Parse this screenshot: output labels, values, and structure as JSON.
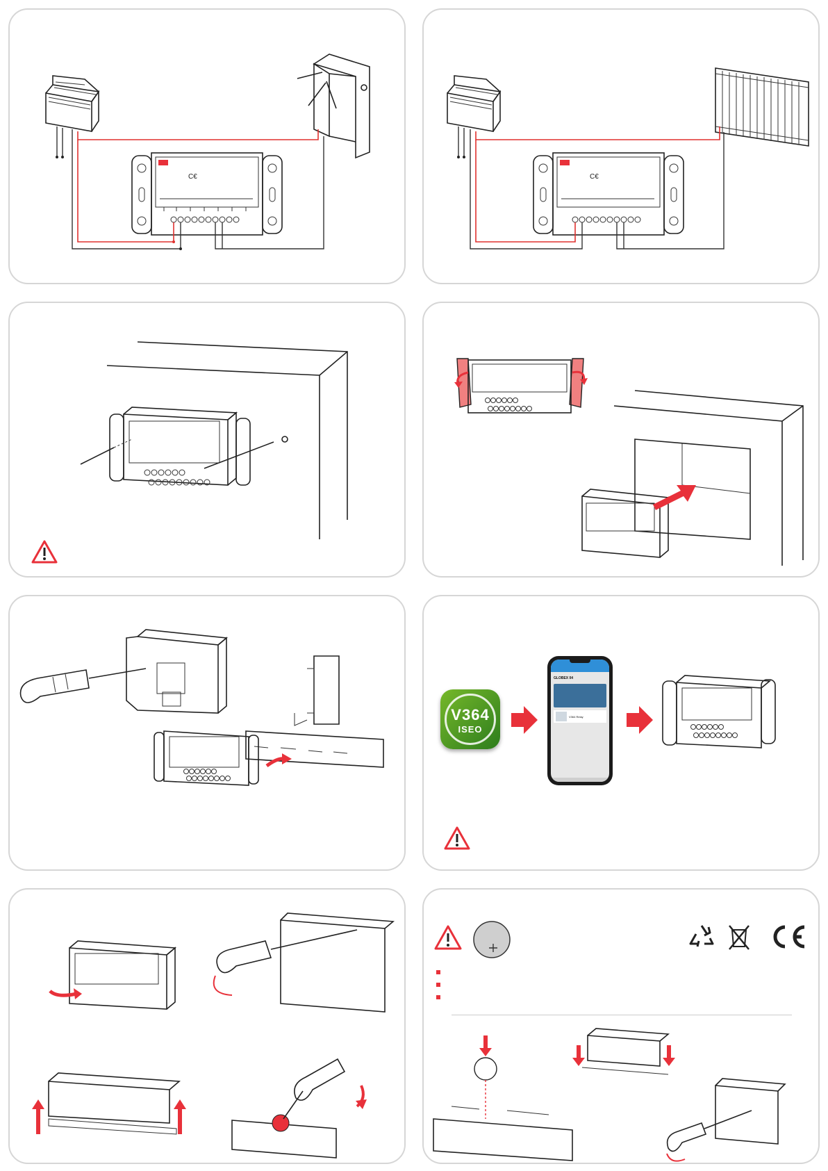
{
  "app": {
    "name_line1": "V364",
    "name_line2": "ISEO"
  },
  "phone": {
    "title": "GLOBEX 04",
    "item": "V364 Relay"
  },
  "colors": {
    "accent": "#e8313a",
    "border": "#d6d6d6",
    "app_green": "#5fa83a"
  },
  "icons": [
    "warning-icon",
    "recycle-icon",
    "weee-bin-icon",
    "ce-mark-icon",
    "coin-battery-icon",
    "arrow-right-icon"
  ]
}
